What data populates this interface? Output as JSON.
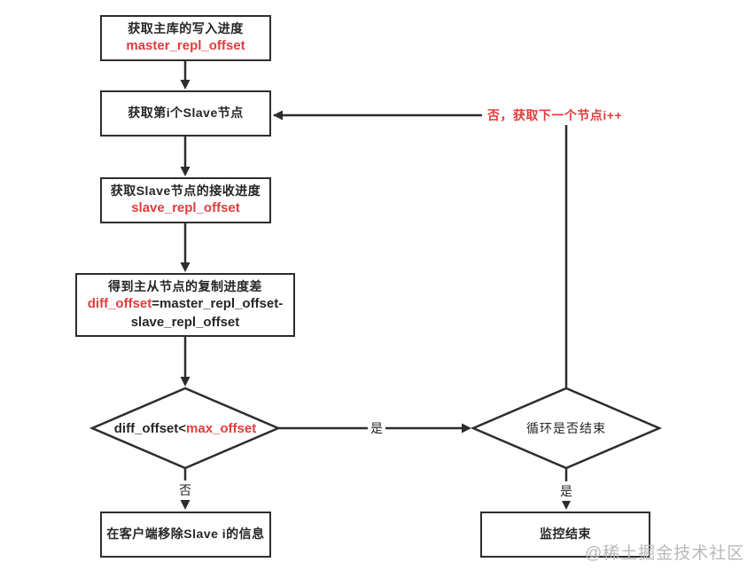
{
  "colors": {
    "line": "#2d2d2d",
    "text": "#262626",
    "red": "#e23c3c",
    "watermark": "#b9b9b9",
    "bg": "#ffffff"
  },
  "nodes": {
    "get_master_offset": {
      "title": "获取主库的写入进度",
      "code": "master_repl_offset"
    },
    "get_slave_node": {
      "title": "获取第i个Slave节点"
    },
    "get_slave_offset": {
      "title": "获取Slave节点的接收进度",
      "code": "slave_repl_offset"
    },
    "compute_diff": {
      "title": "得到主从节点的复制进度差",
      "code_red": "diff_offset",
      "code_black": "=master_repl_offset-",
      "code_line2": "slave_repl_offset"
    },
    "check_offset": {
      "cond_black": "diff_offset<",
      "cond_red": "max_offset"
    },
    "check_loop": {
      "title": "循环是否结束"
    },
    "remove_slave": {
      "title": "在客户端移除Slave i的信息"
    },
    "monitor_end": {
      "title": "监控结束"
    }
  },
  "edges": {
    "yes_to_loop": "是",
    "no_to_remove": "否",
    "yes_to_end": "是",
    "loop_back": "否，获取下一个节点i++"
  },
  "watermark": "@稀土掘金技术社区"
}
